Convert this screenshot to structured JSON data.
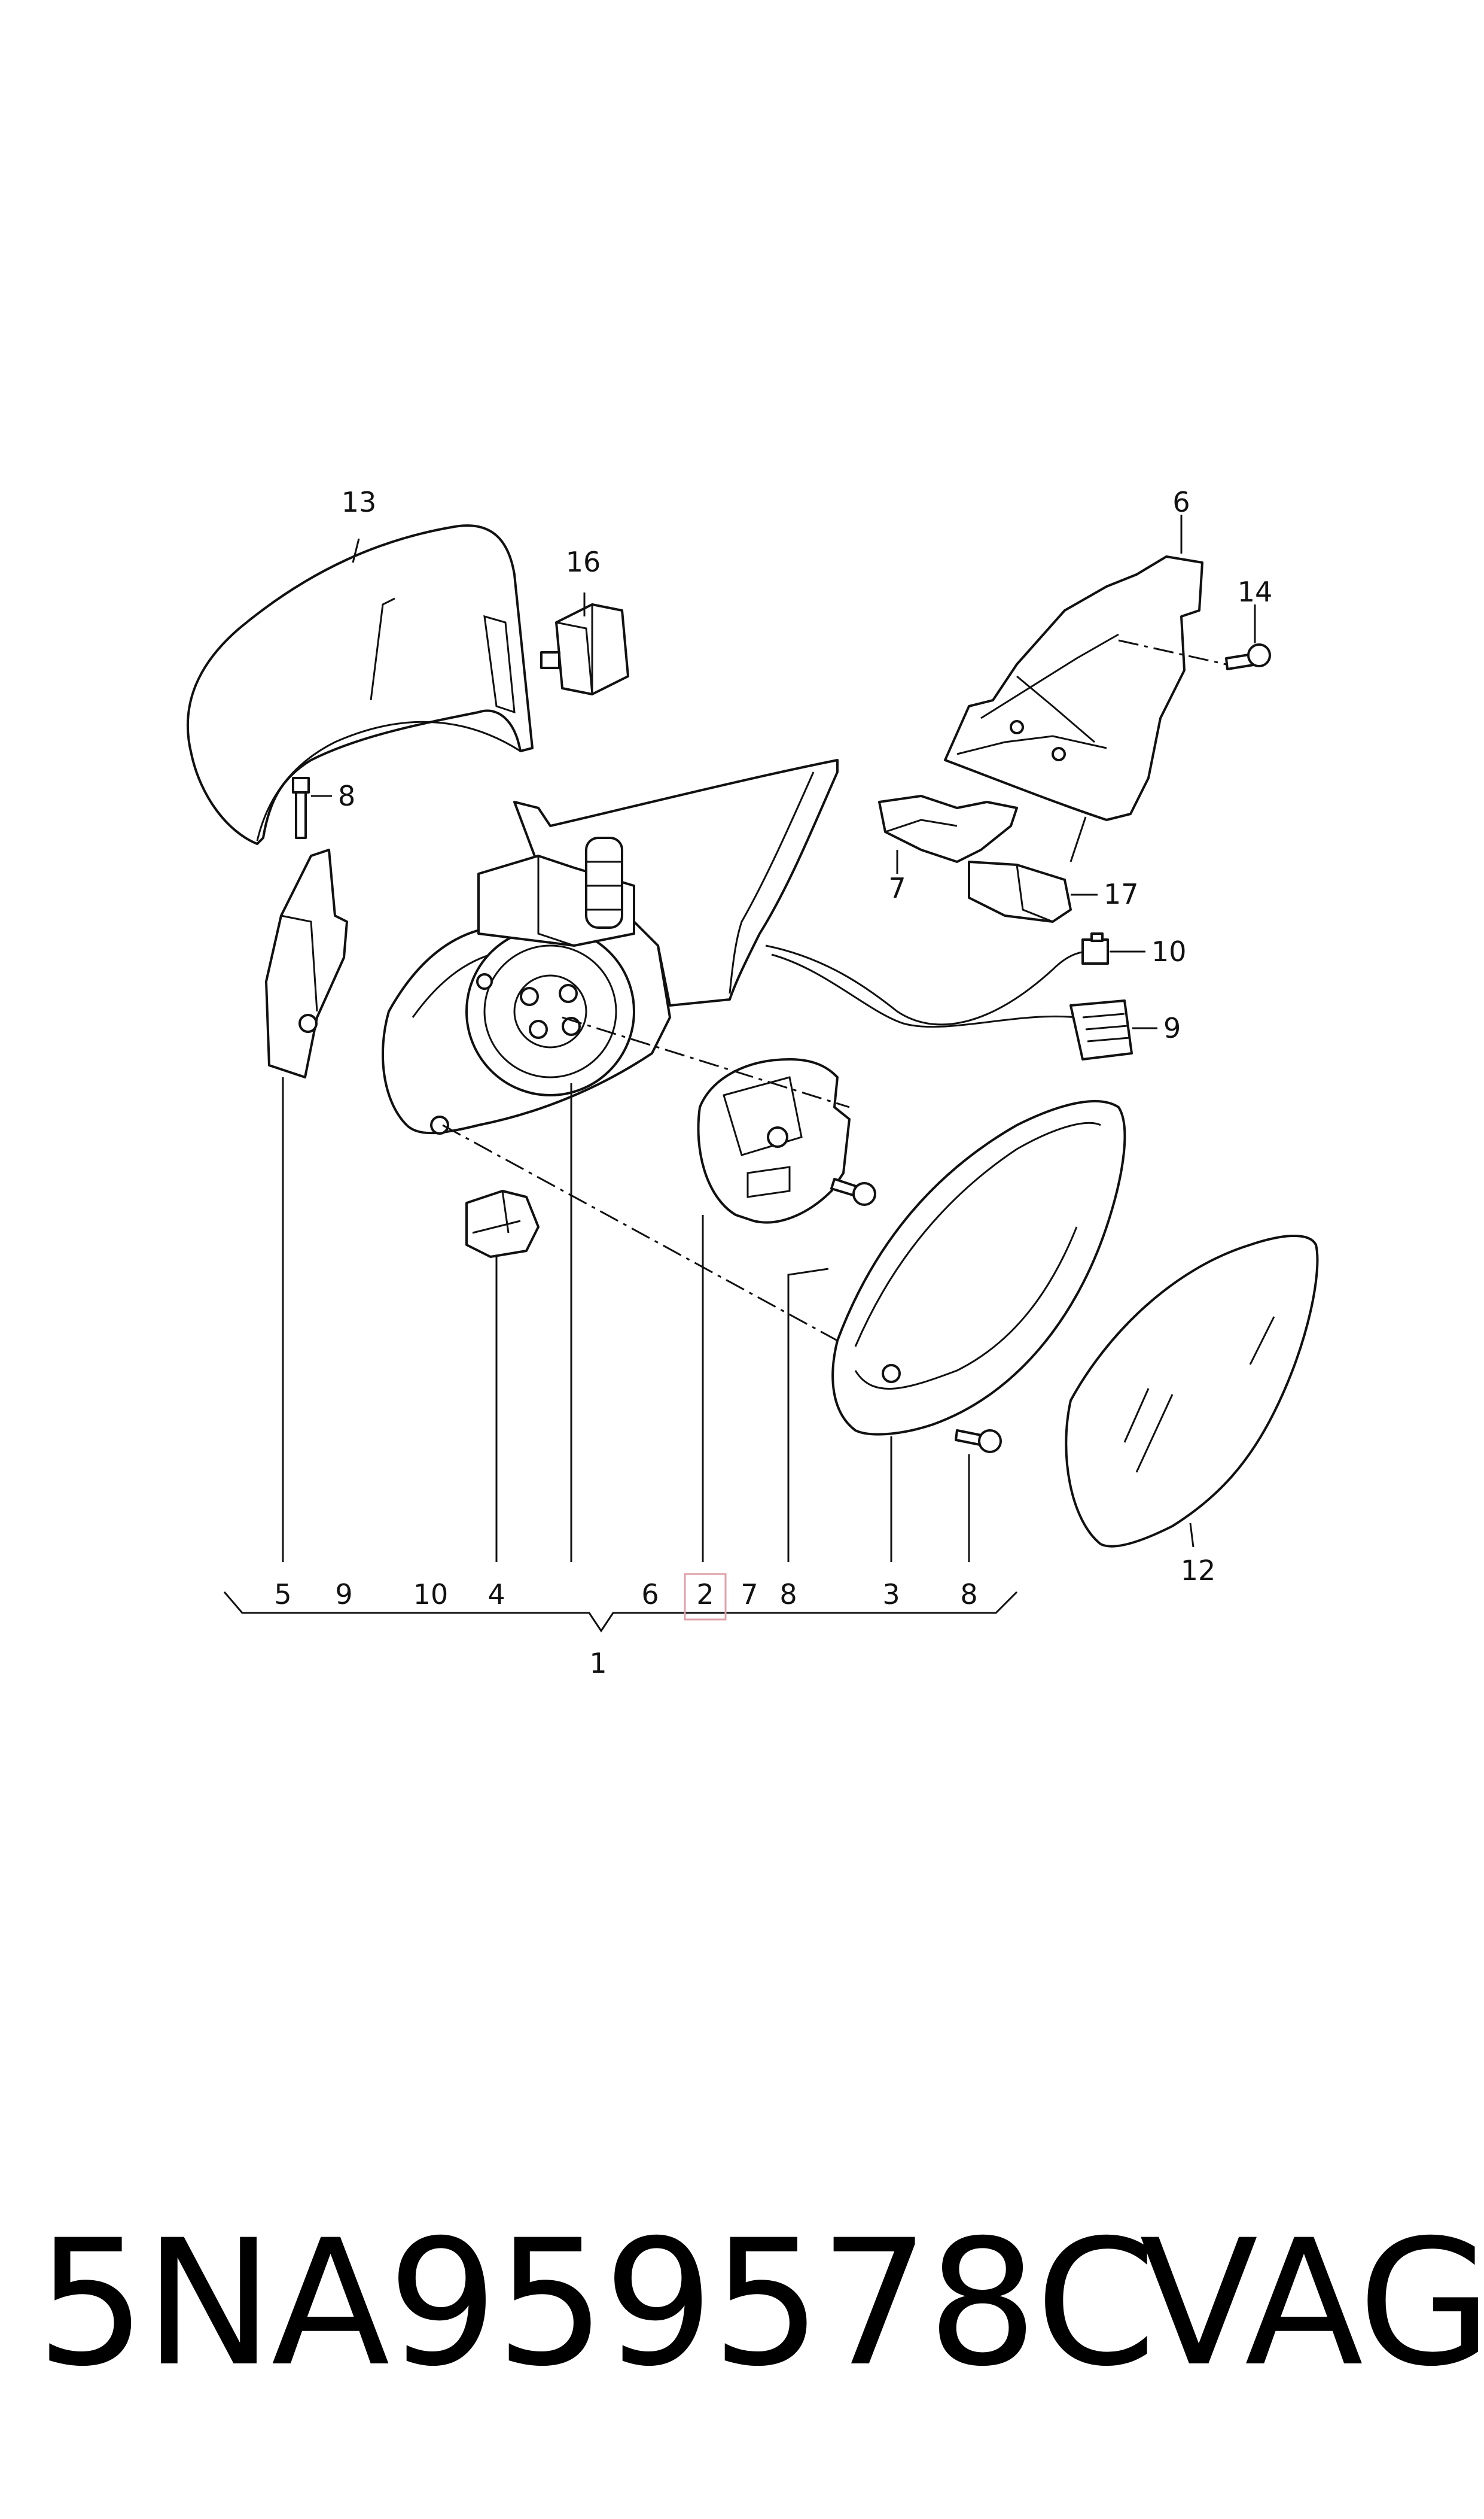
{
  "labels": {
    "l13": "13",
    "l16": "16",
    "l6_top": "6",
    "l14": "14",
    "l8_top": "8",
    "l7_mid": "7",
    "l17": "17",
    "l10_right": "10",
    "l9_right": "9",
    "l12": "12"
  },
  "bottom_row": [
    "5",
    "9",
    "10",
    "4",
    "6",
    "2",
    "7",
    "8",
    "3",
    "8"
  ],
  "assembly_label": "1",
  "highlighted": "2",
  "footer": {
    "part_number": "5NA959578C",
    "brand": "VAG"
  }
}
